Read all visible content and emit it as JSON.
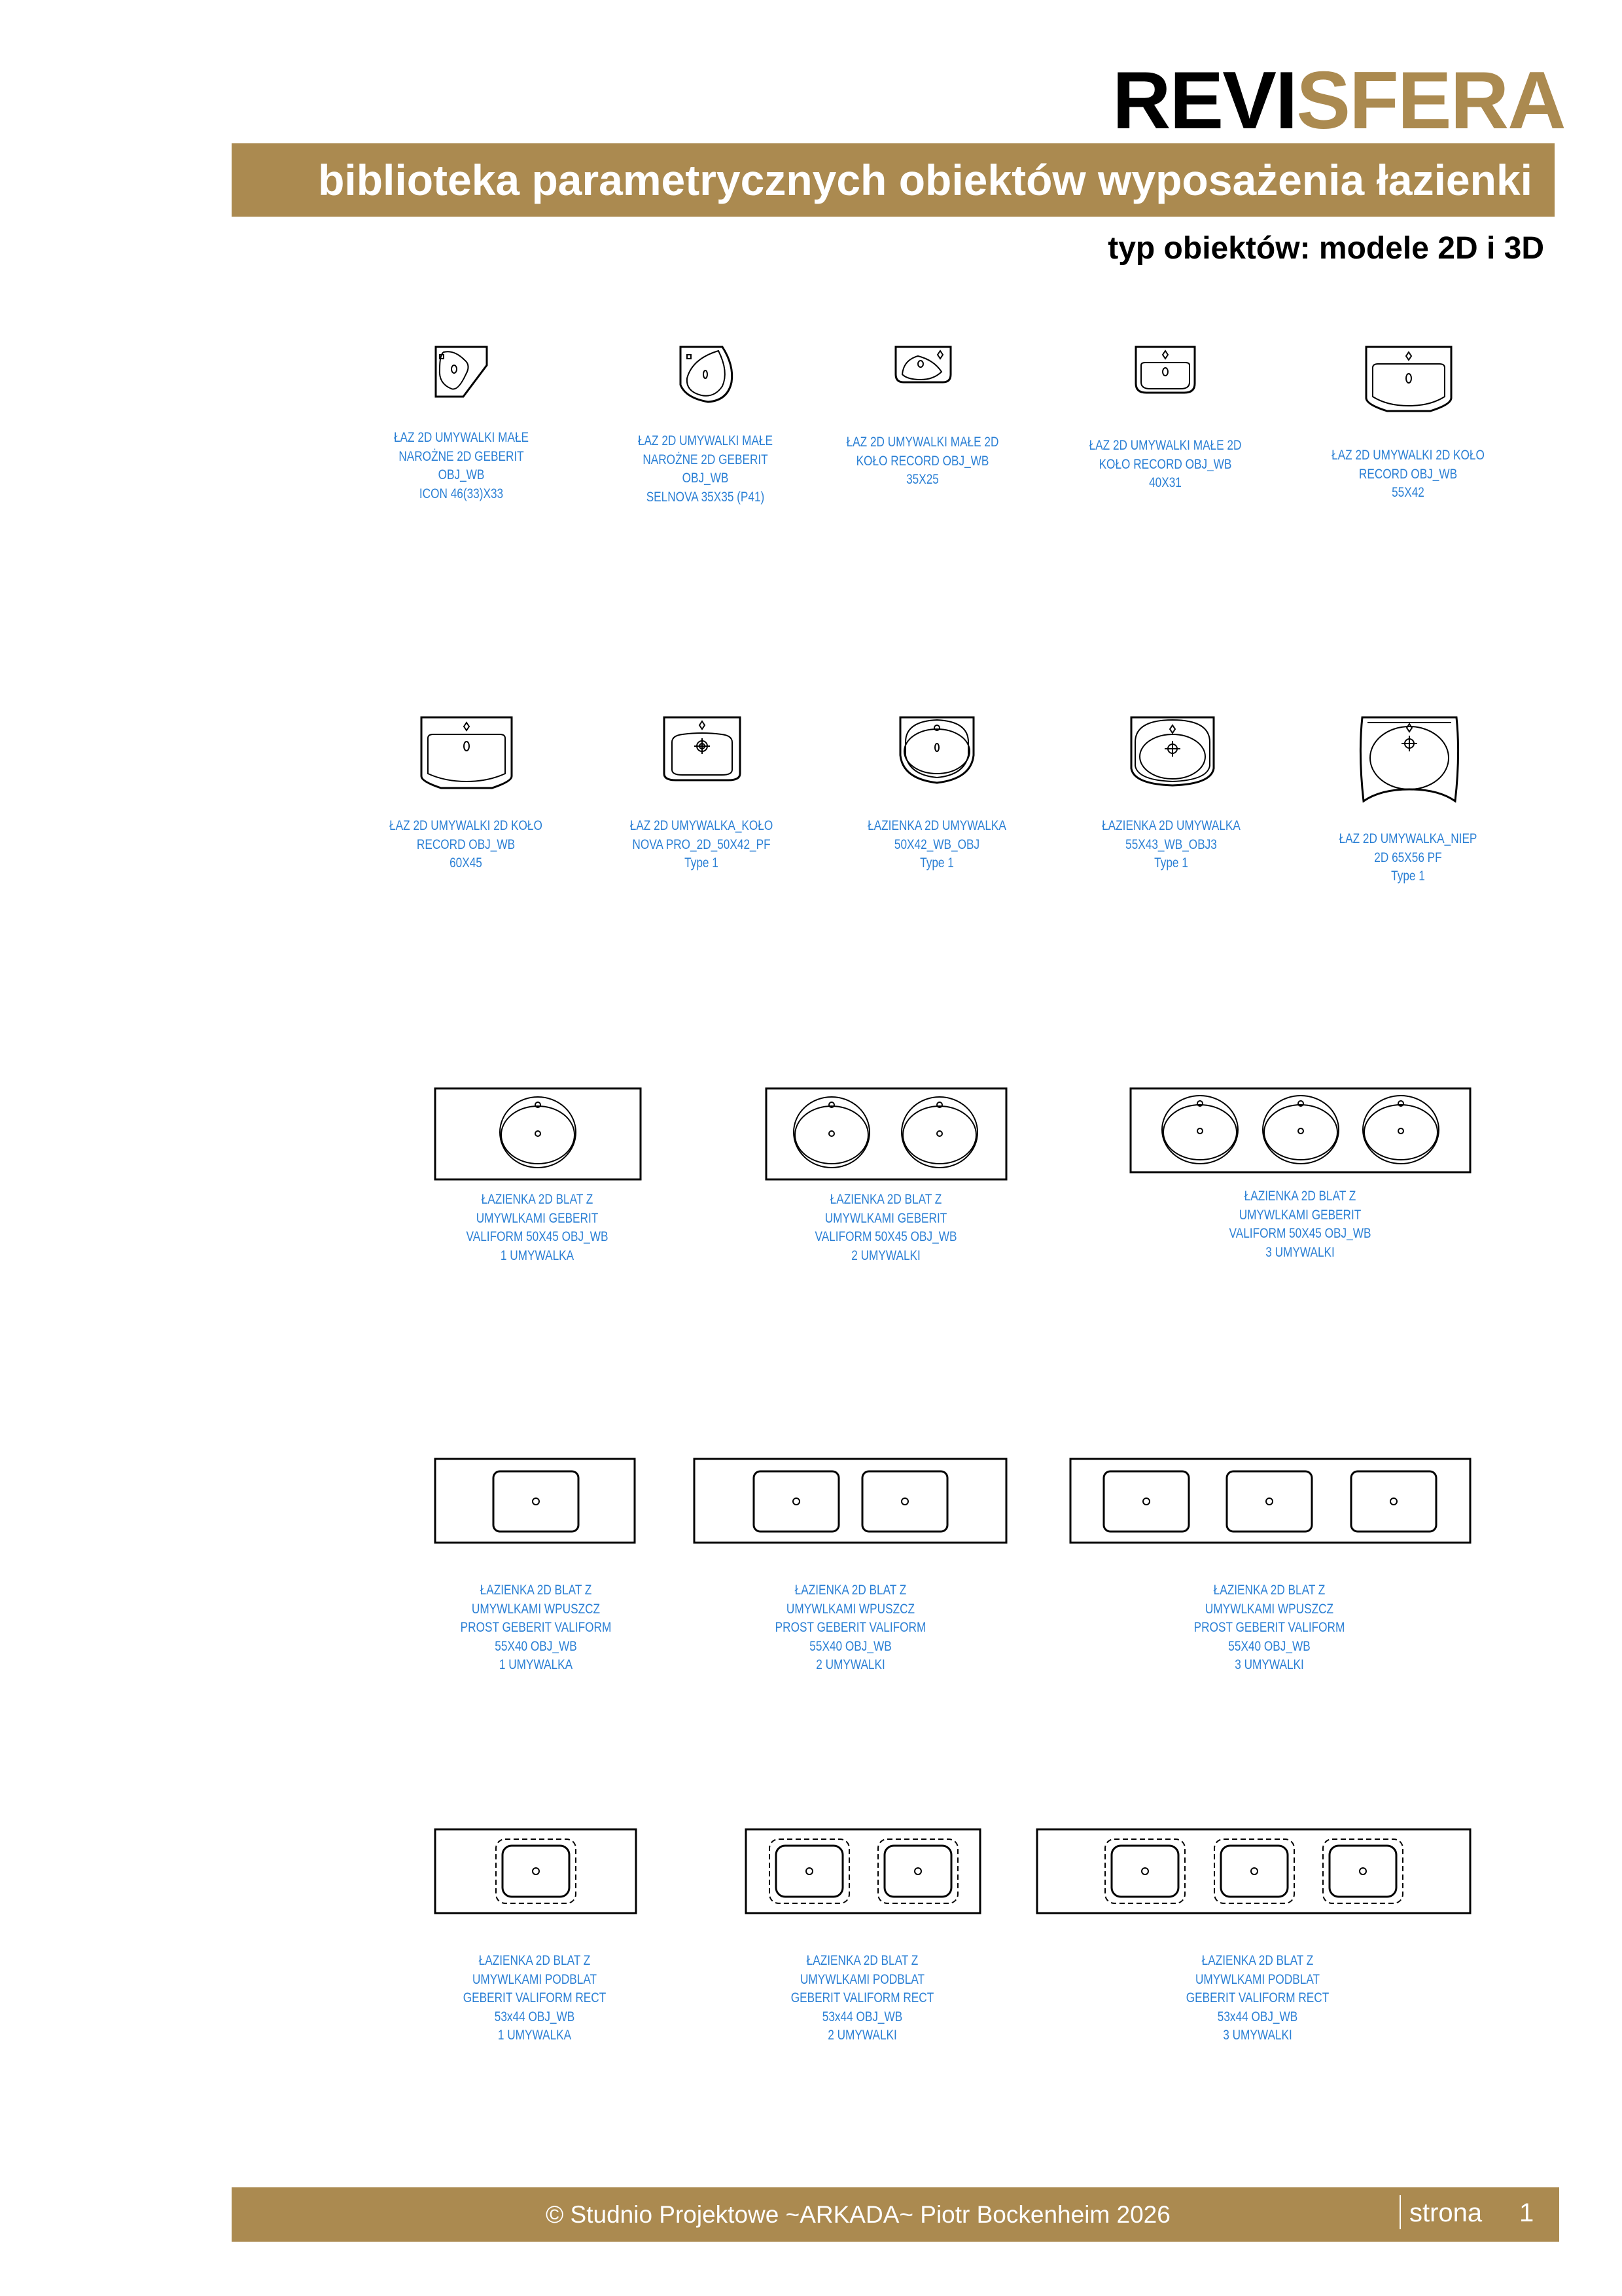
{
  "header": {
    "brand_part1": "REVI",
    "brand_part2": "SFERA",
    "banner": "biblioteka parametrycznych obiektów wyposażenia łazienki",
    "subtitle": "typ obiektów: modele  2D i 3D"
  },
  "objects": [
    {
      "label": "ŁAZ 2D UMYWALKI MAŁE\nNAROŻNE 2D GEBERIT\nOBJ_WB\nICON 46(33)X33"
    },
    {
      "label": "ŁAZ 2D UMYWALKI MAŁE\nNAROŻNE 2D GEBERIT\nOBJ_WB\nSELNOVA 35X35 (P41)"
    },
    {
      "label": "ŁAZ 2D UMYWALKI MAŁE 2D\nKOŁO RECORD OBJ_WB\n35X25"
    },
    {
      "label": "ŁAZ 2D UMYWALKI MAŁE 2D\nKOŁO RECORD OBJ_WB\n40X31"
    },
    {
      "label": "ŁAZ 2D UMYWALKI 2D KOŁO\nRECORD OBJ_WB\n55X42"
    },
    {
      "label": "ŁAZ 2D UMYWALKI 2D KOŁO\nRECORD OBJ_WB\n60X45"
    },
    {
      "label": "ŁAZ 2D UMYWALKA_KOŁO\nNOVA PRO_2D_50X42_PF\nType 1"
    },
    {
      "label": "ŁAZIENKA 2D UMYWALKA\n50X42_WB_OBJ\nType 1"
    },
    {
      "label": "ŁAZIENKA 2D UMYWALKA\n55X43_WB_OBJ3\nType 1"
    },
    {
      "label": "ŁAZ 2D UMYWALKA_NIEP\n2D 65X56 PF\nType 1"
    },
    {
      "label": "ŁAZIENKA 2D BLAT Z\nUMYWLKAMI GEBERIT\nVALIFORM 50X45 OBJ_WB\n1 UMYWALKA"
    },
    {
      "label": "ŁAZIENKA 2D BLAT Z\nUMYWLKAMI GEBERIT\nVALIFORM 50X45 OBJ_WB\n2 UMYWALKI"
    },
    {
      "label": "ŁAZIENKA 2D BLAT Z\nUMYWLKAMI GEBERIT\nVALIFORM 50X45 OBJ_WB\n3 UMYWALKI"
    },
    {
      "label": "ŁAZIENKA 2D BLAT Z\nUMYWLKAMI WPUSZCZ\nPROST GEBERIT VALIFORM\n55X40 OBJ_WB\n1 UMYWALKA"
    },
    {
      "label": "ŁAZIENKA 2D BLAT Z\nUMYWLKAMI WPUSZCZ\nPROST GEBERIT VALIFORM\n55X40 OBJ_WB\n2 UMYWALKI"
    },
    {
      "label": "ŁAZIENKA 2D BLAT Z\nUMYWLKAMI WPUSZCZ\nPROST GEBERIT VALIFORM\n55X40 OBJ_WB\n3 UMYWALKI"
    },
    {
      "label": "ŁAZIENKA 2D BLAT Z\nUMYWLKAMI PODBLAT\nGEBERIT VALIFORM RECT\n53x44 OBJ_WB\n1 UMYWALKA"
    },
    {
      "label": "ŁAZIENKA 2D BLAT Z\nUMYWLKAMI PODBLAT\nGEBERIT VALIFORM RECT\n53x44 OBJ_WB\n2 UMYWALKI"
    },
    {
      "label": "ŁAZIENKA 2D BLAT Z\nUMYWLKAMI PODBLAT\nGEBERIT VALIFORM RECT\n53x44 OBJ_WB\n3 UMYWALKI"
    }
  ],
  "footer": {
    "copyright": "© Studnio Projektowe ~ARKADA~ Piotr Bockenheim 2026",
    "page_label": "strona",
    "page_number": "1"
  },
  "colors": {
    "accent": "#AB8A50",
    "label": "#2a7fd4"
  }
}
